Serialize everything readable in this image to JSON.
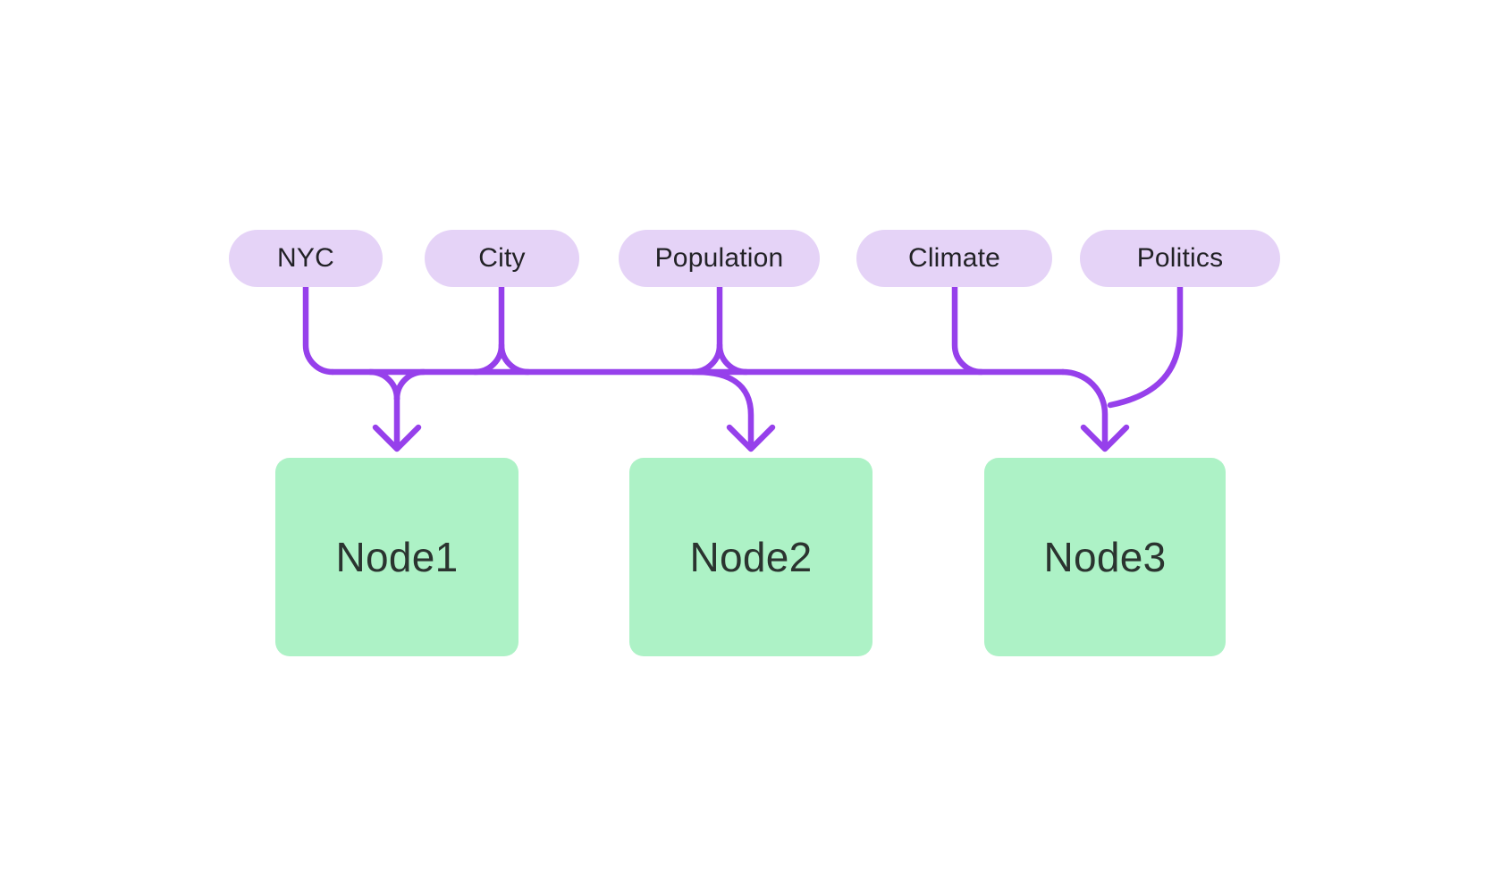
{
  "diagram": {
    "type": "flowchart",
    "direction": "top-down",
    "background": "#ffffff",
    "colors": {
      "pill_fill": "#E5D3F7",
      "node_fill": "#ADF2C6",
      "edge": "#9640EB",
      "pill_text": "#222226",
      "node_text": "#2B3430"
    },
    "keys": [
      {
        "id": "nyc",
        "label": "NYC"
      },
      {
        "id": "city",
        "label": "City"
      },
      {
        "id": "population",
        "label": "Population"
      },
      {
        "id": "climate",
        "label": "Climate"
      },
      {
        "id": "politics",
        "label": "Politics"
      }
    ],
    "nodes": [
      {
        "id": "node1",
        "label": "Node1"
      },
      {
        "id": "node2",
        "label": "Node2"
      },
      {
        "id": "node3",
        "label": "Node3"
      }
    ],
    "edges": [
      {
        "from": "NYC",
        "to": "Node1"
      },
      {
        "from": "City",
        "to": "Node1"
      },
      {
        "from": "City",
        "to": "Node2"
      },
      {
        "from": "Population",
        "to": "Node2"
      },
      {
        "from": "Population",
        "to": "Node3"
      },
      {
        "from": "Climate",
        "to": "Node3"
      },
      {
        "from": "Politics",
        "to": "Node3"
      }
    ]
  }
}
